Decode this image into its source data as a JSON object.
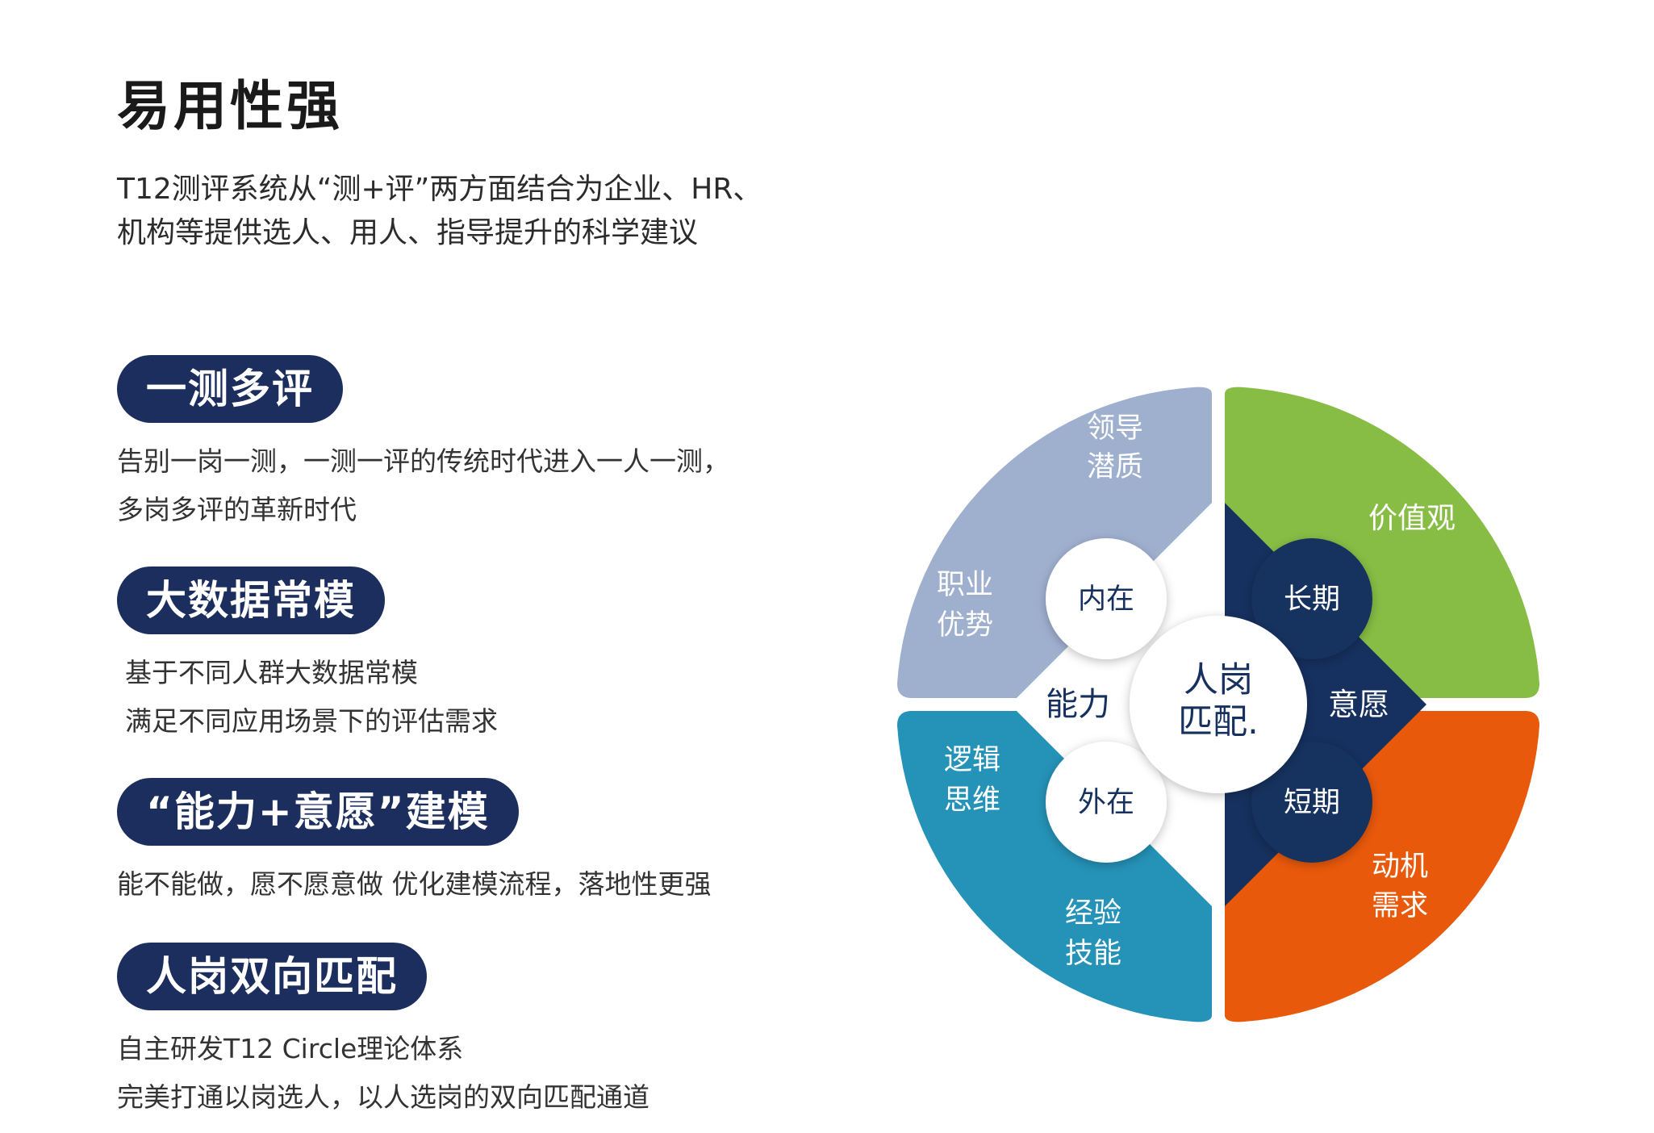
{
  "title": "易用性强",
  "intro": {
    "line1": "T12测评系统从“测+评”两方面结合为企业、HR、",
    "line2": "机构等提供选人、用人、指导提升的科学建议"
  },
  "features": [
    {
      "label": "一测多评",
      "lines": [
        "告别一岗一测，一测一评的传统时代进入一人一测，",
        "多岗多评的革新时代"
      ]
    },
    {
      "label": "大数据常模",
      "lines": [
        "基于不同人群大数据常模",
        "满足不同应用场景下的评估需求"
      ]
    },
    {
      "label": "“能力+意愿”建模",
      "lines": [
        "能不能做，愿不愿意做 优化建模流程，落地性更强"
      ]
    },
    {
      "label": "人岗双向匹配",
      "lines": [
        "自主研发T12 Circle理论体系",
        "完美打通以岗选人，以人选岗的双向匹配通道"
      ]
    }
  ],
  "diagram": {
    "center": {
      "line1": "人岗",
      "line2": "匹配."
    },
    "left_label": "能力",
    "right_label": "意愿",
    "inner": {
      "top_left": "内在",
      "bottom_left": "外在",
      "top_right": "长期",
      "bottom_right": "短期"
    },
    "quadrants": {
      "top_left": {
        "color": "#9fb0cf",
        "label_a": [
          "领导",
          "潜质"
        ],
        "label_b": [
          "职业",
          "优势"
        ]
      },
      "top_right": {
        "color": "#88bd45",
        "label_a": [
          "价值观"
        ]
      },
      "bottom_left": {
        "color": "#2592b7",
        "label_a": [
          "逻辑",
          "思维"
        ],
        "label_b": [
          "经验",
          "技能"
        ]
      },
      "bottom_right": {
        "color": "#e9590b",
        "label_a": [
          "动机",
          "需求"
        ]
      }
    },
    "dark_color": "#16305f"
  }
}
